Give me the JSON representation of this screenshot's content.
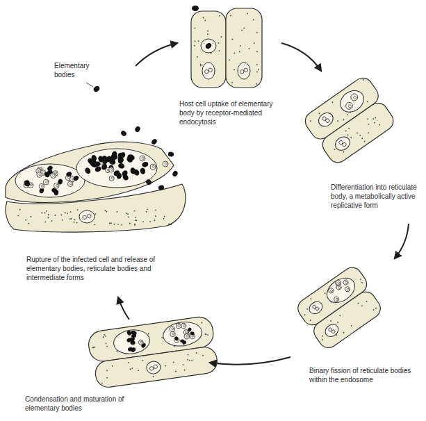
{
  "diagram": {
    "labels": [
      "Elementary bodies",
      "Host cell uptake of elementary body by receptor-mediated endocytosis",
      "Differentiation into reticulate body, a metabolically active replicative form",
      "Binary fission of reticulate bodies within the endosome",
      "Condensation and maturation of elementary bodies",
      "Rupture of the infected cell and release of elementary bodies, reticulate bodies and intermediate forms"
    ]
  }
}
